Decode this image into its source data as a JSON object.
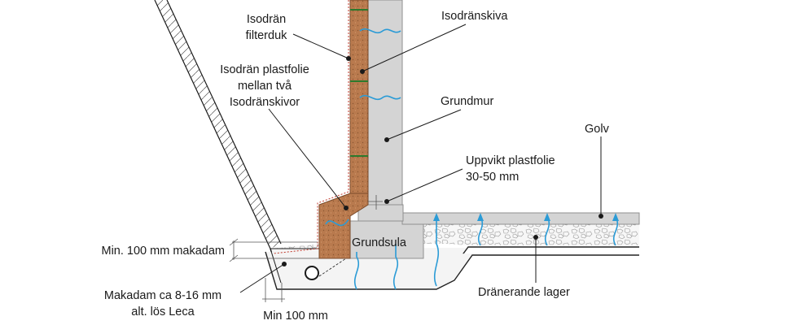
{
  "labels": {
    "filterduk_1": "Isodrän",
    "filterduk_2": "filterduk",
    "isodranskiva": "Isodränskiva",
    "plastfolie_1": "Isodrän plastfolie",
    "plastfolie_2": "mellan två",
    "plastfolie_3": "Isodränskivor",
    "grundmur": "Grundmur",
    "golv": "Golv",
    "uppvikt_1": "Uppvikt plastfolie",
    "uppvikt_2": "30-50 mm",
    "grundsula": "Grundsula",
    "makadam_min": "Min. 100 mm makadam",
    "makadam_1": "Makadam ca 8-16 mm",
    "makadam_2": "alt. lös Leca",
    "min100": "Min 100 mm",
    "dranerande": "Dränerande lager"
  },
  "colors": {
    "concrete": "#d4d4d4",
    "insulation_board": "#b97a4e",
    "water_arrows": "#2b9bd6",
    "filter_fabric": "#c0392b",
    "gravel_fill": "#f4f4f4"
  }
}
